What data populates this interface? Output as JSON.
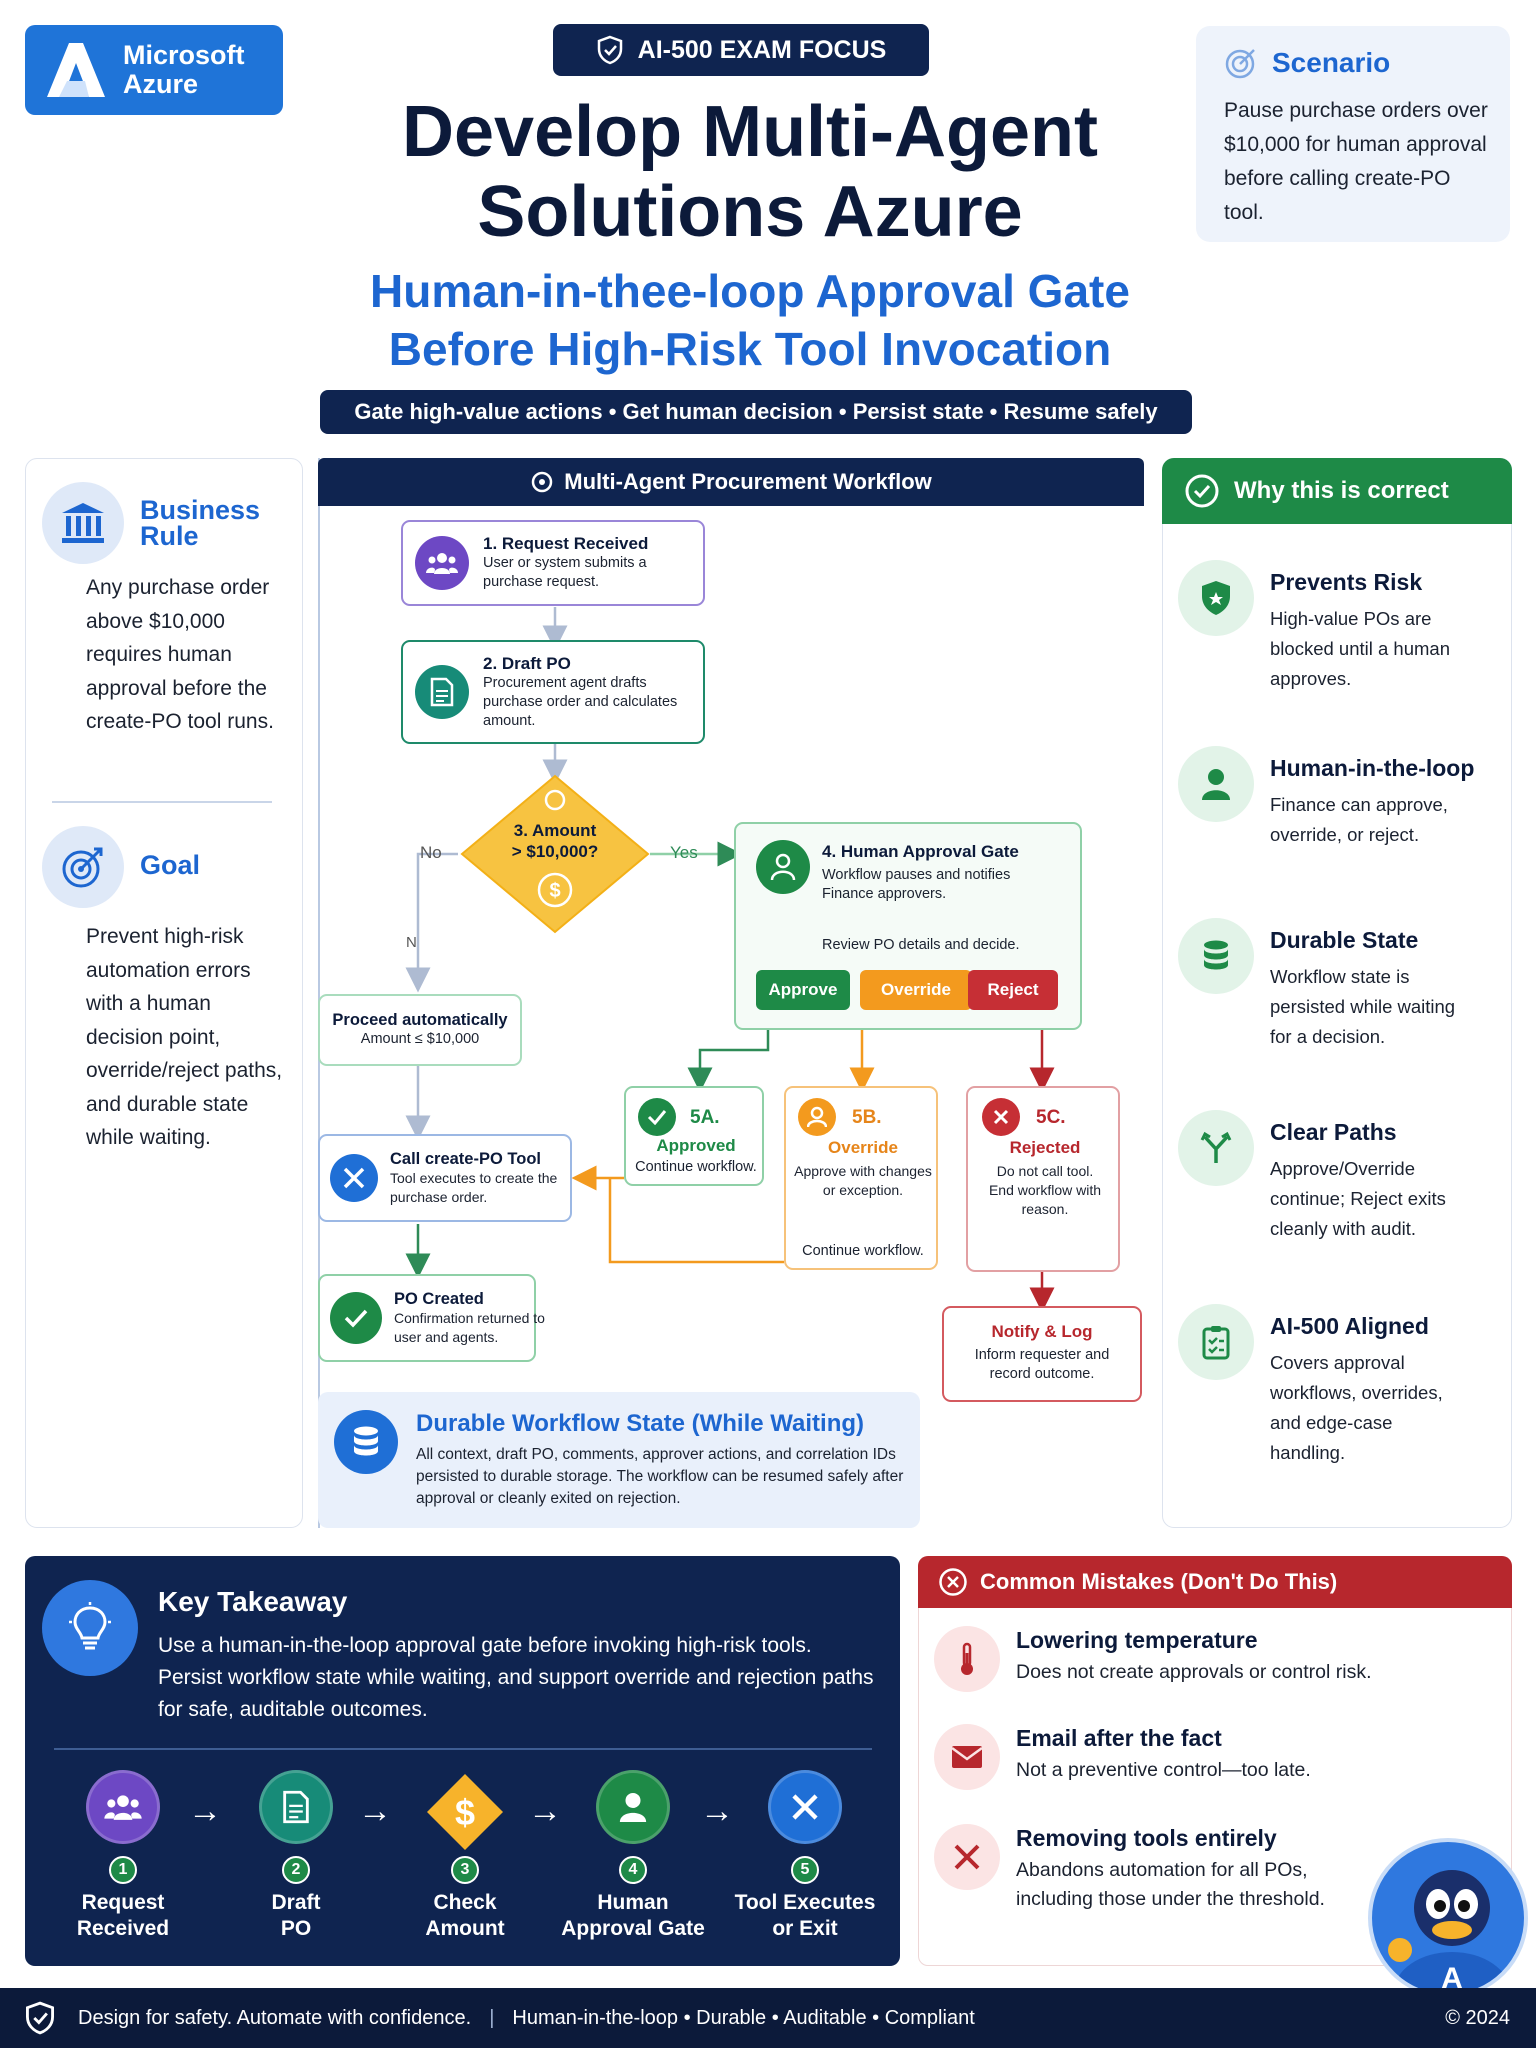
{
  "brand": {
    "name": "Microsoft Azure",
    "accent": "#1f74d8",
    "navy": "#0f2450",
    "green": "#1e8a47",
    "red": "#b7272d",
    "orange": "#f39a1e"
  },
  "header": {
    "exam_pill": "AI-500 EXAM FOCUS",
    "title_line1": "Develop Multi-Agent",
    "title_line2": "Solutions Azure",
    "subtitle_line1": "Human-in-thee-loop Approval Gate",
    "subtitle_line2": "Before High-Risk Tool Invocation",
    "tagline": "Gate high-value actions • Get human decision • Persist state • Resume safely"
  },
  "scenario": {
    "title": "Scenario",
    "text": "Pause purchase orders over $10,000 for human approval before calling create-PO tool."
  },
  "left": {
    "business_rule": {
      "title_line1": "Business",
      "title_line2": "Rule",
      "text": "Any purchase order above $10,000 requires human approval before the create-PO tool runs."
    },
    "goal": {
      "title": "Goal",
      "text": "Prevent high-risk automation errors with a human decision point, override/reject paths, and durable state while waiting."
    }
  },
  "workflow": {
    "header": "Multi-Agent Procurement Workflow",
    "request": {
      "title": "1. Request Received",
      "text": "User or system submits a purchase request."
    },
    "draft": {
      "title": "2. Draft PO",
      "text": "Procurement agent drafts purchase order and calculates amount."
    },
    "decision": {
      "line1": "3. Amount",
      "line2": "> $10,000?",
      "no": "No",
      "yes": "Yes",
      "mark": "N"
    },
    "gate": {
      "title": "4. Human Approval Gate",
      "text": "Workflow pauses and notifies Finance approvers.",
      "review": "Review PO details and decide.",
      "approve": "Approve",
      "override": "Override",
      "reject": "Reject"
    },
    "proceed": {
      "title": "Proceed automatically",
      "text": "Amount ≤ $10,000"
    },
    "approved": {
      "code": "5A.",
      "title": "Approved",
      "text": "Continue workflow."
    },
    "overridden": {
      "code": "5B.",
      "title": "Override",
      "text": "Approve with changes or exception.",
      "text2": "Continue workflow."
    },
    "rejected": {
      "code": "5C.",
      "title": "Rejected",
      "text": "Do not call tool. End workflow with reason."
    },
    "call_tool": {
      "title": "Call create-PO Tool",
      "text": "Tool executes to create the purchase order."
    },
    "po_created": {
      "title": "PO Created",
      "text": "Confirmation returned to user and agents."
    },
    "notify": {
      "title": "Notify & Log",
      "text": "Inform requester and record outcome."
    },
    "durable": {
      "title": "Durable Workflow State (While Waiting)",
      "text": "All context, draft PO, comments, approver actions, and correlation IDs persisted to durable storage. The workflow can be resumed safely after approval or cleanly exited on rejection."
    }
  },
  "why": {
    "header": "Why this is correct",
    "items": [
      {
        "title": "Prevents Risk",
        "text": "High-value POs are blocked until a human approves.",
        "icon": "shield-icon"
      },
      {
        "title": "Human-in-the-loop",
        "text": "Finance can approve, override, or reject.",
        "icon": "person-icon"
      },
      {
        "title": "Durable State",
        "text": "Workflow state is persisted while waiting for a decision.",
        "icon": "database-icon"
      },
      {
        "title": "Clear Paths",
        "text": "Approve/Override continue; Reject exits cleanly with audit.",
        "icon": "branch-icon"
      },
      {
        "title": "AI-500 Aligned",
        "text": "Covers approval workflows, overrides, and edge-case handling.",
        "icon": "clipboard-check-icon"
      }
    ]
  },
  "takeaway": {
    "title": "Key Takeaway",
    "text": "Use a human-in-the-loop approval gate before invoking high-risk tools. Persist workflow state while waiting, and support override and rejection paths for safe, auditable outcomes.",
    "steps": [
      {
        "num": "1",
        "line1": "Request",
        "line2": "Received"
      },
      {
        "num": "2",
        "line1": "Draft",
        "line2": "PO"
      },
      {
        "num": "3",
        "line1": "Check",
        "line2": "Amount"
      },
      {
        "num": "4",
        "line1": "Human",
        "line2": "Approval Gate"
      },
      {
        "num": "5",
        "line1": "Tool Executes",
        "line2": "or Exit"
      }
    ]
  },
  "mistakes": {
    "header": "Common Mistakes (Don't Do This)",
    "items": [
      {
        "title": "Lowering temperature",
        "text": "Does not create approvals or control risk.",
        "icon": "thermometer-icon"
      },
      {
        "title": "Email after the fact",
        "text": "Not a preventive control—too late.",
        "icon": "envelope-icon"
      },
      {
        "title": "Removing tools entirely",
        "text": "Abandons automation for all POs, including those under the threshold.",
        "icon": "tools-icon"
      }
    ]
  },
  "footer": {
    "left": "Design for safety. Automate with confidence.",
    "sep": "|",
    "right": "Human-in-the-loop • Durable • Auditable • Compliant",
    "copy": "© 2024"
  }
}
